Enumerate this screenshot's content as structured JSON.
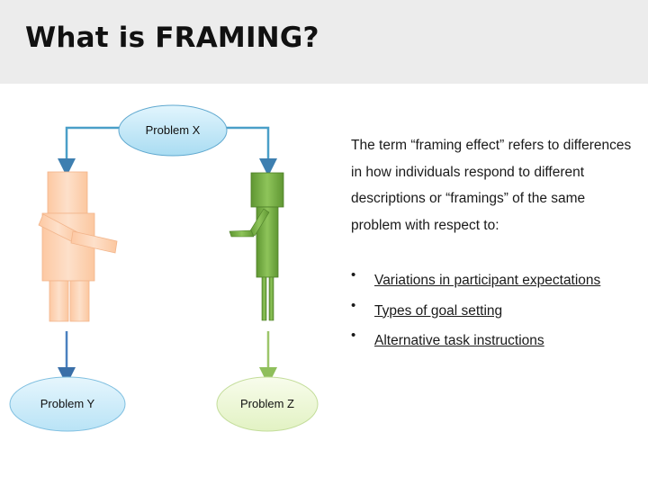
{
  "slide": {
    "title": "What is FRAMING?"
  },
  "diagram": {
    "problem_x": "Problem X",
    "problem_y": "Problem Y",
    "problem_z": "Problem Z",
    "colors": {
      "top_ellipse": "#c5e9f8",
      "left_figure": "#fcd3b5",
      "right_figure": "#78ac45",
      "left_arrow": "#4a80bf",
      "right_arrow": "#9cc56a",
      "connector": "#4a9fc8",
      "bottom_left_ellipse": "#d0ecf9",
      "bottom_right_ellipse": "#eef8d8"
    }
  },
  "description": {
    "text": "The term “framing effect” refers to differences in how individuals respond to different descriptions or “framings” of the same problem with respect to:",
    "bullets": [
      "Variations in participant expectations",
      "Types of goal setting",
      "Alternative task instructions"
    ]
  }
}
